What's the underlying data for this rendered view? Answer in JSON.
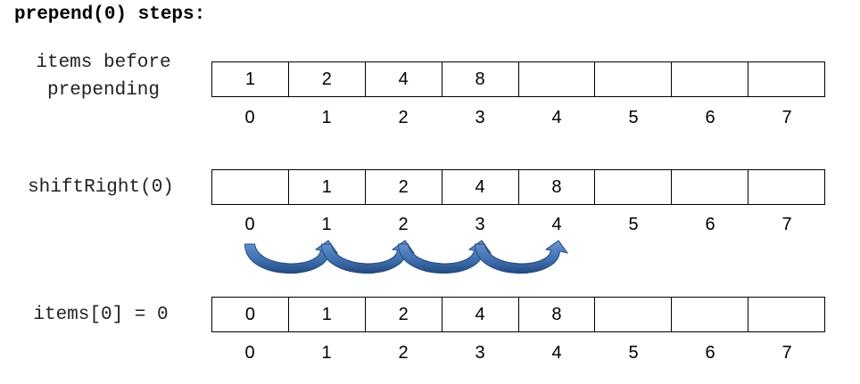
{
  "title": "prepend(0) steps:",
  "rows": [
    {
      "label_lines": [
        "items before",
        "prepending"
      ],
      "cells": [
        "1",
        "2",
        "4",
        "8",
        "",
        "",
        "",
        ""
      ]
    },
    {
      "label_lines": [
        "shiftRight(0)"
      ],
      "cells": [
        "",
        "1",
        "2",
        "4",
        "8",
        "",
        "",
        ""
      ]
    },
    {
      "label_lines": [
        "items[0] = 0"
      ],
      "cells": [
        "0",
        "1",
        "2",
        "4",
        "8",
        "",
        "",
        ""
      ]
    }
  ],
  "indices": [
    "0",
    "1",
    "2",
    "3",
    "4",
    "5",
    "6",
    "7"
  ],
  "arrows": [
    {
      "from": 0,
      "to": 1
    },
    {
      "from": 1,
      "to": 2
    },
    {
      "from": 2,
      "to": 3
    },
    {
      "from": 3,
      "to": 4
    }
  ],
  "colors": {
    "arrow": "#3F6FB0",
    "arrow_dark": "#254A7E",
    "arrow_light": "#6B96D1"
  }
}
